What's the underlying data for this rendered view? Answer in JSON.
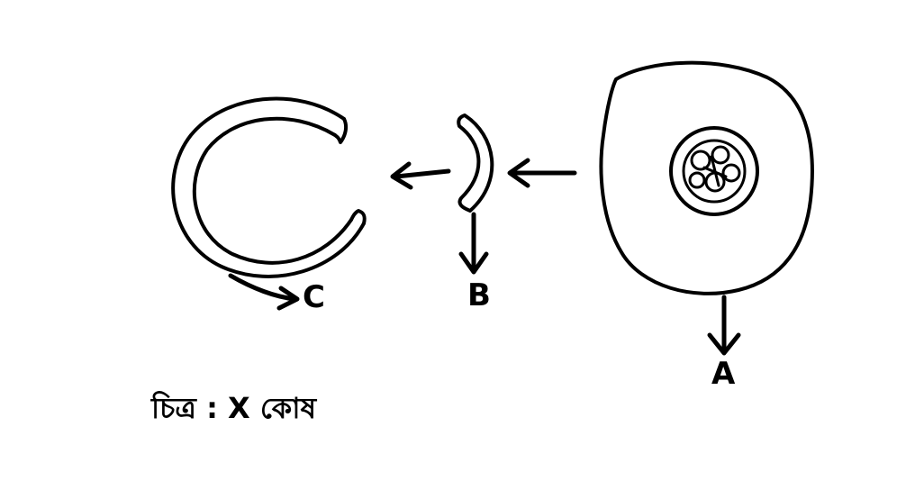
{
  "labels": {
    "a": "A",
    "b": "B",
    "c": "C"
  },
  "caption": "চিত্র : X কোষ",
  "colors": {
    "ink": "#000000",
    "background": "#ffffff"
  }
}
